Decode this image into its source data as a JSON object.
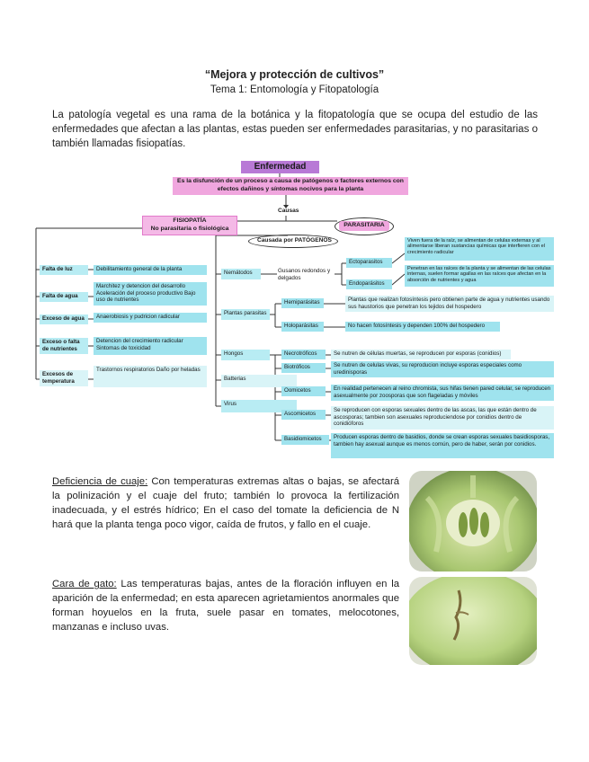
{
  "header": {
    "title": "“Mejora y protección de cultivos”",
    "subtitle": "Tema 1: Entomología y Fitopatología"
  },
  "intro": "La patología vegetal es una rama de la botánica y la fitopatología que se ocupa del estudio de las enfermedades que afectan a las plantas, estas pueden ser enfermedades parasitarias, y no parasitarias o también llamadas fisiopatías.",
  "diagram": {
    "root": "Enfermedad",
    "definition": "Es la disfunción de un proceso a causa de patógenos o factores externos con efectos dañinos y síntomas nocivos para la planta",
    "causas": "Causas",
    "fisiopatia_title": "FISIOPATÍA",
    "fisiopatia_sub": "No parasitaria o fisiológica",
    "parasitaria": "PARASITARIA",
    "causada": "Causada por PATÓGENOS",
    "fisio_items": [
      {
        "label": "Falta de luz",
        "desc": "Debilitamiento general de la planta"
      },
      {
        "label": "Falta de agua",
        "desc": "Marchitez y detencion del desarrollo Aceleración del proceso productivo Bajo uso de nutrientes"
      },
      {
        "label": "Exceso de agua",
        "desc": "Anaerobiosis y pudricion radicular"
      },
      {
        "label": "Exceso o falta de nutrientes",
        "desc": "Detencion del crecimiento radicular Sintomas de toxicidad"
      },
      {
        "label": "Excesos de temperatura",
        "desc": "Trastornos respiratorios Daño por heladas"
      }
    ],
    "nematodos": "Nemátodos",
    "gusanos": "Gusanos redondos y delgados",
    "ectoparasitos": "Ectoparasitos",
    "ecto_desc": "Viven fuera de la raíz, se alimentan de celulas externas y al alimentarse liberan sustancias químicas que interfieren con el crecimiento radicular",
    "endoparasitos": "Endoparásitos",
    "endo_desc": "Penetran en las raíces de la planta y se alimentan de las celulas internas, suelen formar agallas en las raíces que afectan en la absorción de nutrientes y agua",
    "plantas_parasitas": "Plantas parasitas",
    "hemiparasitas": "Hemiparásitas",
    "hemi_desc": "Plantas que realizan fotosíntesis pero obtienen parte de agua y nutrientes usando sus haustorios que penetran los tejidos del hospedero",
    "holoparasitas": "Holoparásitas",
    "holo_desc": "No hacen fotosíntesis y dependen 100% del hospedero",
    "hongos": "Hongos",
    "bacterias": "Batterias",
    "virus": "Virus",
    "necrotroficos": "Necrotróficos",
    "necro_desc": "Se nutren de células muertas, se reproducen por esporas (conidios)",
    "biotroficos": "Biotróficos",
    "bio_desc": "Se nutren de celulas vivas, su reproducion incluye esporas especiales como uredinisporas",
    "oomicetos": "Oomicetos",
    "oomi_desc": "En realidad pertenecen al reino chromista, sus hifas tienen pared celular, se reproducen asexualmente por zoosporas que son flageladas y móviles",
    "ascomicetos": "Ascomicetos",
    "asco_desc": "Se reproducen con esporas sexuales dentro de las ascas, las que están dentro de ascosporas; tambien son asexuales reproduciendose por conidios dentro de conidióforos",
    "basidiomicetos": "Basidiomicetos",
    "basi_desc": "Producen esporas dentro de basidios, donde se crean esporas sexuales basidiosporas, tambien hay asexual aunque es menos común, pero de haber, serán por conidios."
  },
  "sections": [
    {
      "heading": "Deficiencia de cuaje:",
      "body": " Con temperaturas extremas altas o bajas, se afectará la polinización y el cuaje del fruto; también lo provoca la fertilización inadecuada, y el estrés hídrico; En el caso del tomate la deficiencia de N hará que la planta tenga poco vigor, caída de frutos, y fallo en el cuaje."
    },
    {
      "heading": "Cara de gato:",
      "body": " Las temperaturas bajas, antes de la floración influyen en la aparición de la enfermedad; en esta aparecen agrietamientos anormales que forman hoyuelos en la fruta, suele pasar en tomates, melocotones, manzanas e incluso uvas."
    }
  ],
  "colors": {
    "purple": "#b879d6",
    "pink": "#f0a6de",
    "teal": "#9fe3ee",
    "light_teal": "#d9f4f7",
    "fruit_green": "#a8c97a"
  }
}
